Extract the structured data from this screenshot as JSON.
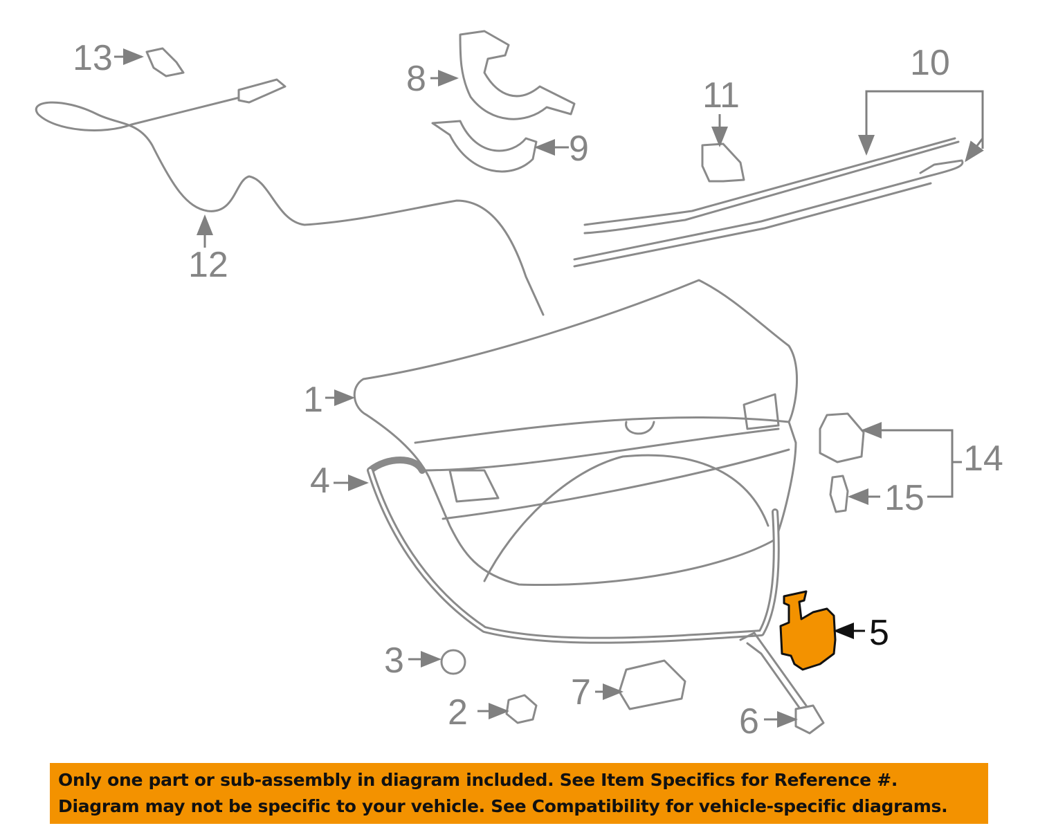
{
  "diagram": {
    "highlight_color": "#f39200",
    "callouts": [
      {
        "id": "1",
        "label": "1"
      },
      {
        "id": "2",
        "label": "2"
      },
      {
        "id": "3",
        "label": "3"
      },
      {
        "id": "4",
        "label": "4"
      },
      {
        "id": "5",
        "label": "5",
        "highlighted": true
      },
      {
        "id": "6",
        "label": "6"
      },
      {
        "id": "7",
        "label": "7"
      },
      {
        "id": "8",
        "label": "8"
      },
      {
        "id": "9",
        "label": "9"
      },
      {
        "id": "10",
        "label": "10"
      },
      {
        "id": "11",
        "label": "11"
      },
      {
        "id": "12",
        "label": "12"
      },
      {
        "id": "13",
        "label": "13"
      },
      {
        "id": "14",
        "label": "14"
      },
      {
        "id": "15",
        "label": "15"
      }
    ]
  },
  "banner": {
    "line1": "Only one part or sub-assembly in diagram included. See Item Specifics for Reference #.",
    "line2": "Diagram may not be specific to your vehicle. See Compatibility for vehicle-specific diagrams."
  }
}
